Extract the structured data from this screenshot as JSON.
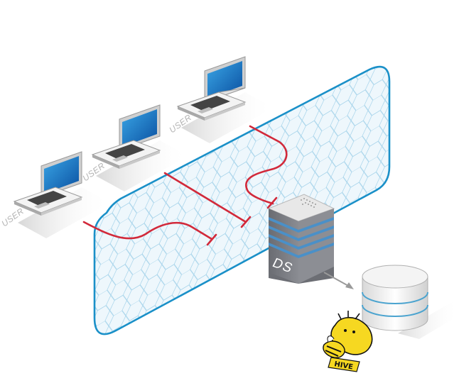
{
  "users": [
    {
      "label": "USER"
    },
    {
      "label": "USER"
    },
    {
      "label": "USER"
    }
  ],
  "server": {
    "label": "DS"
  },
  "database_logo": {
    "label": "HIVE"
  },
  "colors": {
    "shield_stroke": "#1a90c8",
    "shield_fill": "#eef7fc",
    "hex_stroke": "#a5d3ea",
    "connection": "#d2293a",
    "server_stripe": "#4a90c8",
    "database_stripe": "#4aa3cf",
    "arrow": "#9a9a9a",
    "hive_yellow": "#f6d821"
  },
  "icons": [
    "laptop-icon",
    "server-icon",
    "database-icon",
    "hive-logo-icon"
  ]
}
